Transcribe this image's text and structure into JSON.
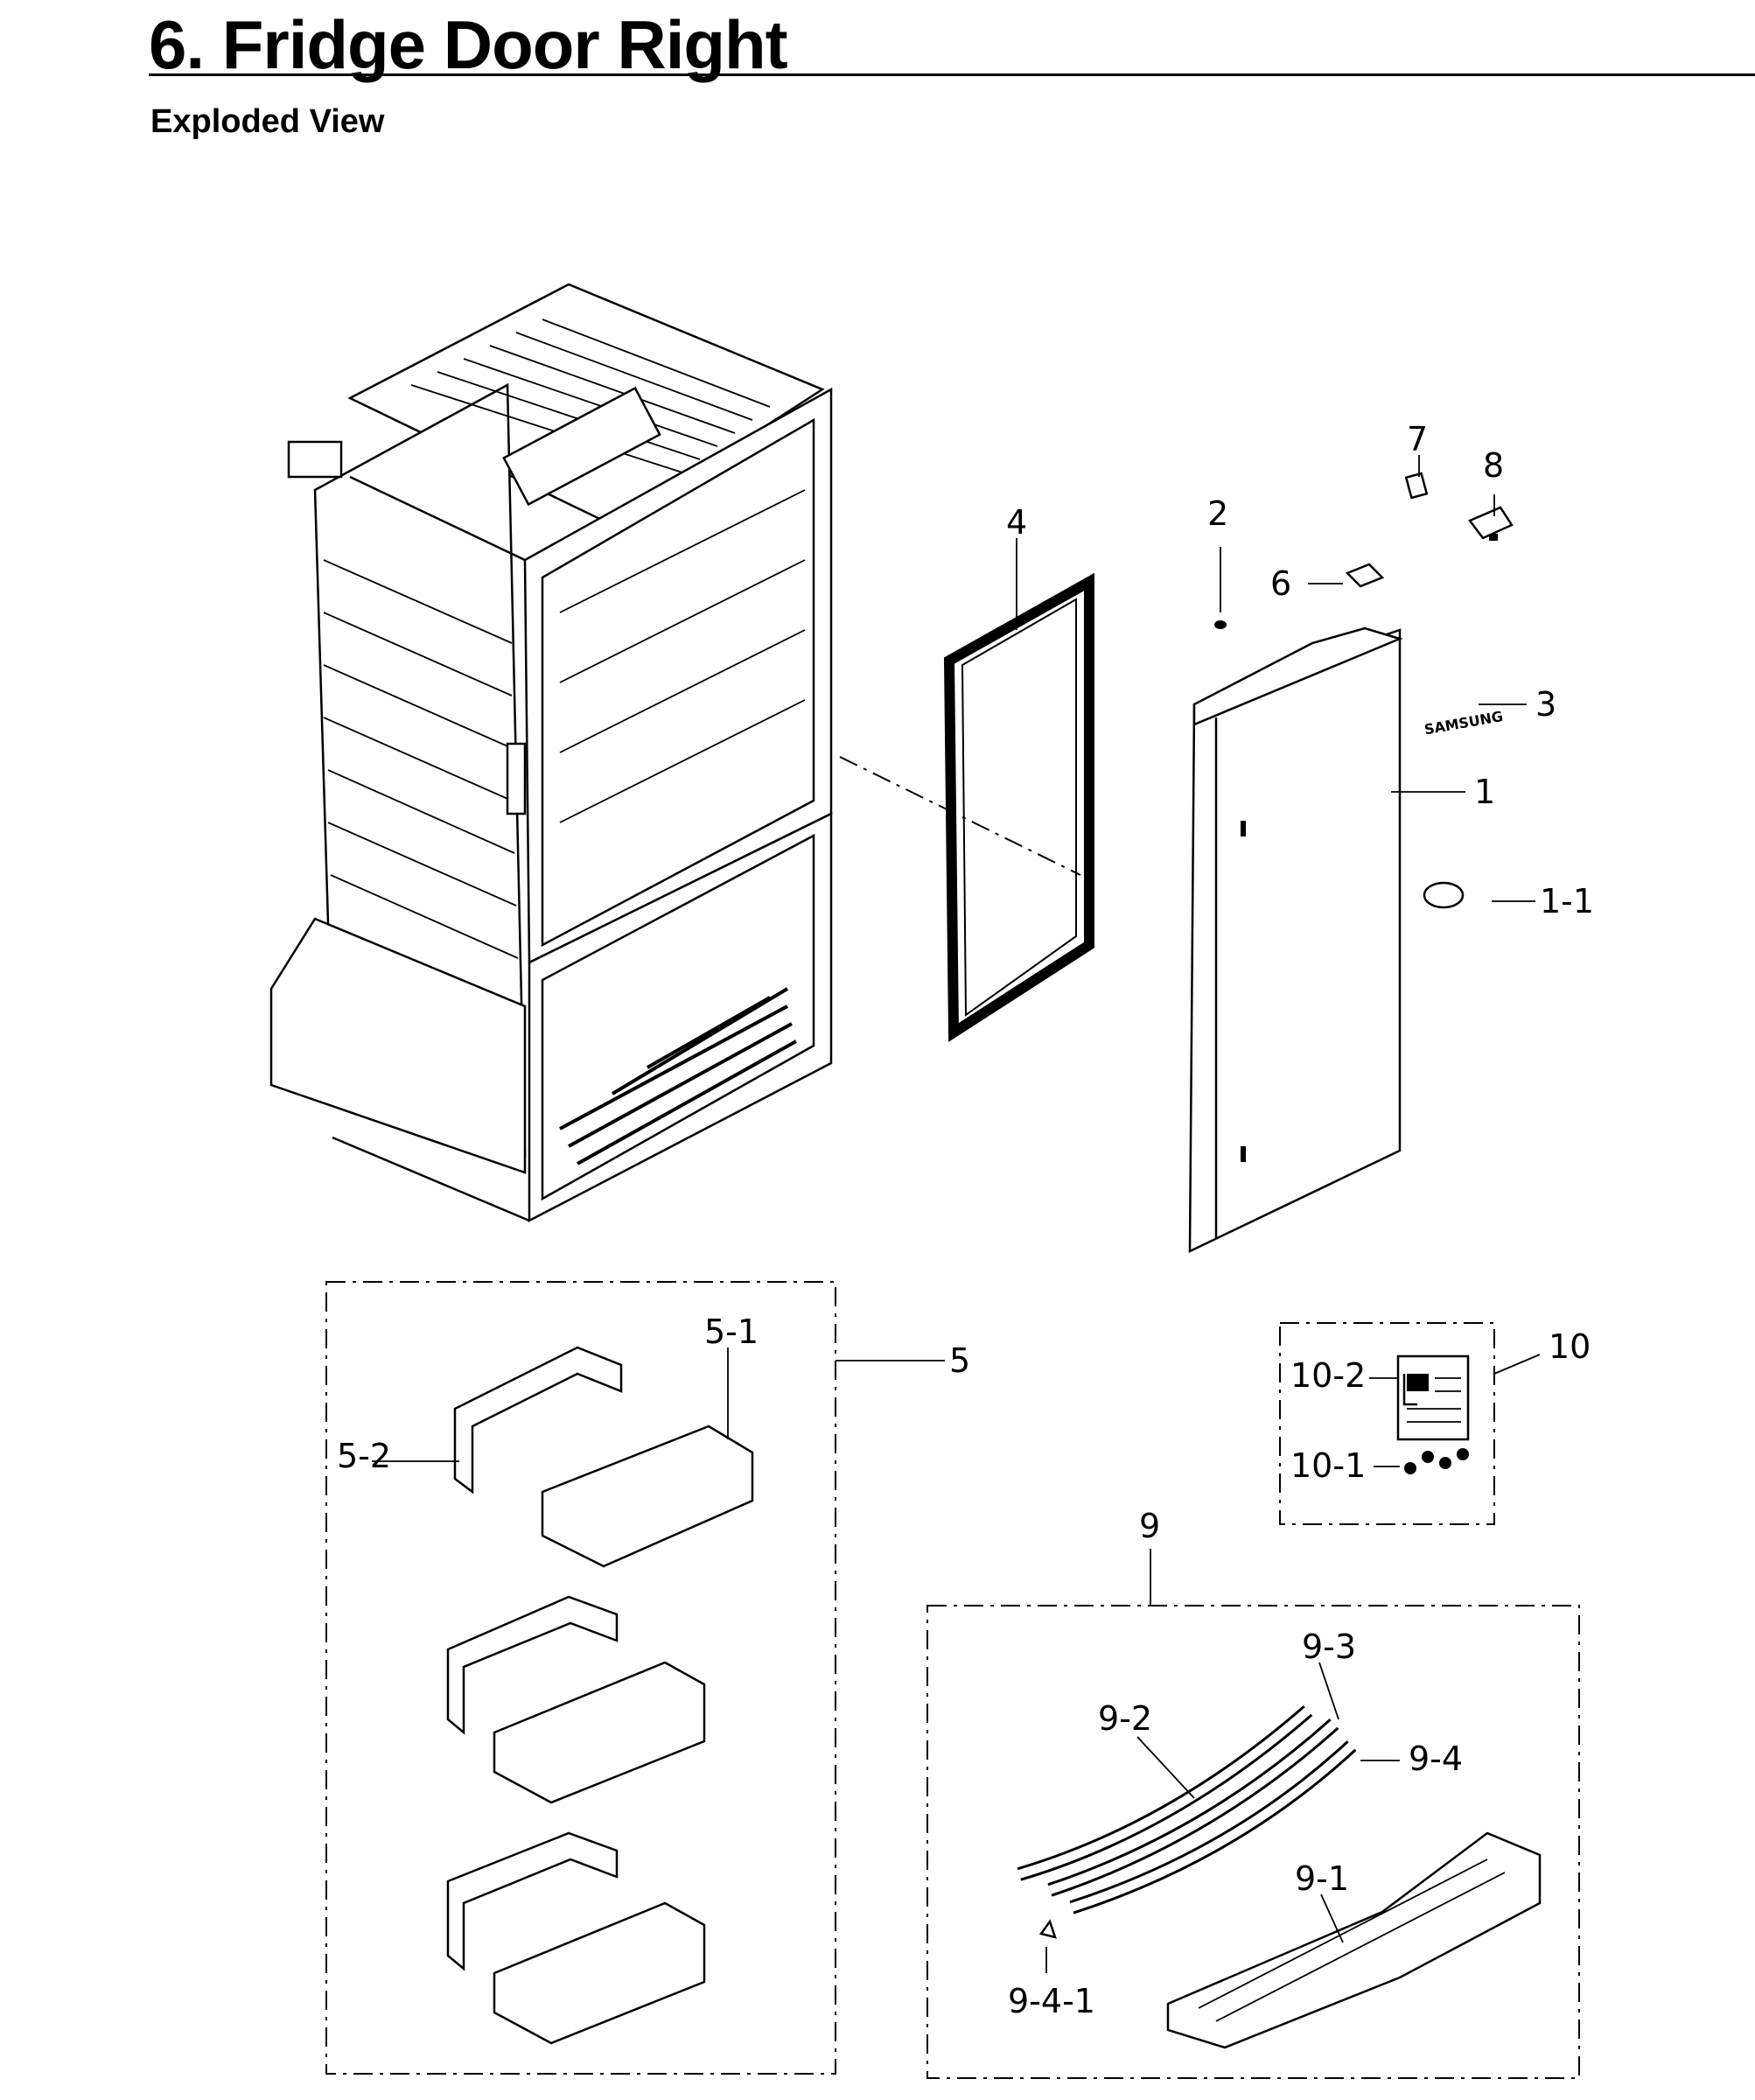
{
  "header": {
    "title": "6.  Fridge Door Right",
    "subtitle": "Exploded View"
  },
  "callouts": {
    "c1": "1",
    "c1_1": "1-1",
    "c2": "2",
    "c3": "3",
    "c4": "4",
    "c5": "5",
    "c5_1": "5-1",
    "c5_2": "5-2",
    "c6": "6",
    "c7": "7",
    "c8": "8",
    "c9": "9",
    "c9_1": "9-1",
    "c9_2": "9-2",
    "c9_3": "9-3",
    "c9_4": "9-4",
    "c9_4_1": "9-4-1",
    "c10": "10",
    "c10_1": "10-1",
    "c10_2": "10-2"
  },
  "logo_text": "SAMSUNG"
}
